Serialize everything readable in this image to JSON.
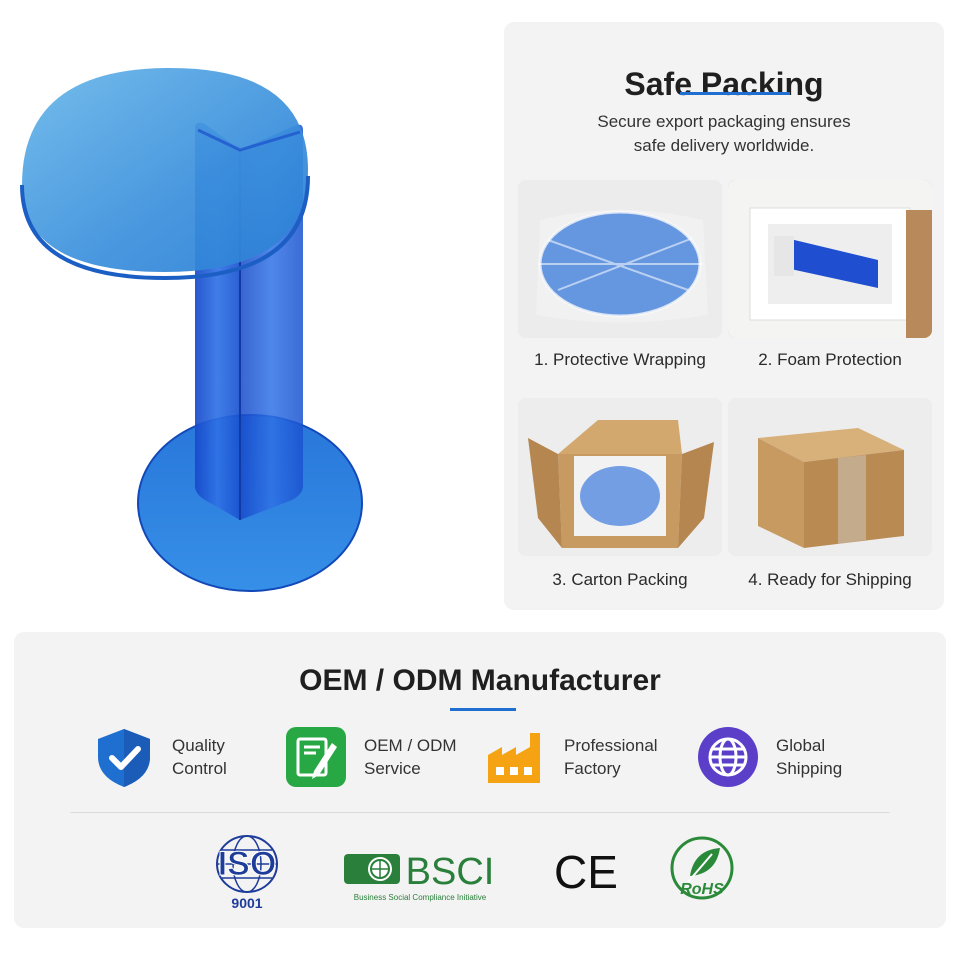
{
  "packing": {
    "title": "Safe Packing",
    "subtitle_line1": "Secure export packaging ensures",
    "subtitle_line2": "safe delivery worldwide.",
    "steps": [
      {
        "label": "1. Protective Wrapping",
        "icon": "wrapped-tabletop"
      },
      {
        "label": "2. Foam Protection",
        "icon": "foam-box"
      },
      {
        "label": "3. Carton Packing",
        "icon": "open-carton"
      },
      {
        "label": "4. Ready for Shipping",
        "icon": "sealed-carton"
      }
    ]
  },
  "oem": {
    "title": "OEM / ODM Manufacturer",
    "features": [
      {
        "line1": "Quality",
        "line2": "Control",
        "icon": "shield-check-icon"
      },
      {
        "line1": "OEM / ODM",
        "line2": "Service",
        "icon": "design-tools-icon"
      },
      {
        "line1": "Professional",
        "line2": "Factory",
        "icon": "factory-icon"
      },
      {
        "line1": "Global",
        "line2": "Shipping",
        "icon": "globe-icon"
      }
    ],
    "certs": {
      "iso": {
        "name": "ISO",
        "number": "9001"
      },
      "bsci": {
        "name": "BSCI",
        "tagline": "Business Social Compliance Initiative"
      },
      "ce": {
        "name": "CE"
      },
      "rohs": {
        "name": "RoHS"
      }
    }
  },
  "colors": {
    "accent": "#1f6fd1",
    "acrylic_blue": "#1a6fe0",
    "panel_bg": "#f3f3f3"
  }
}
